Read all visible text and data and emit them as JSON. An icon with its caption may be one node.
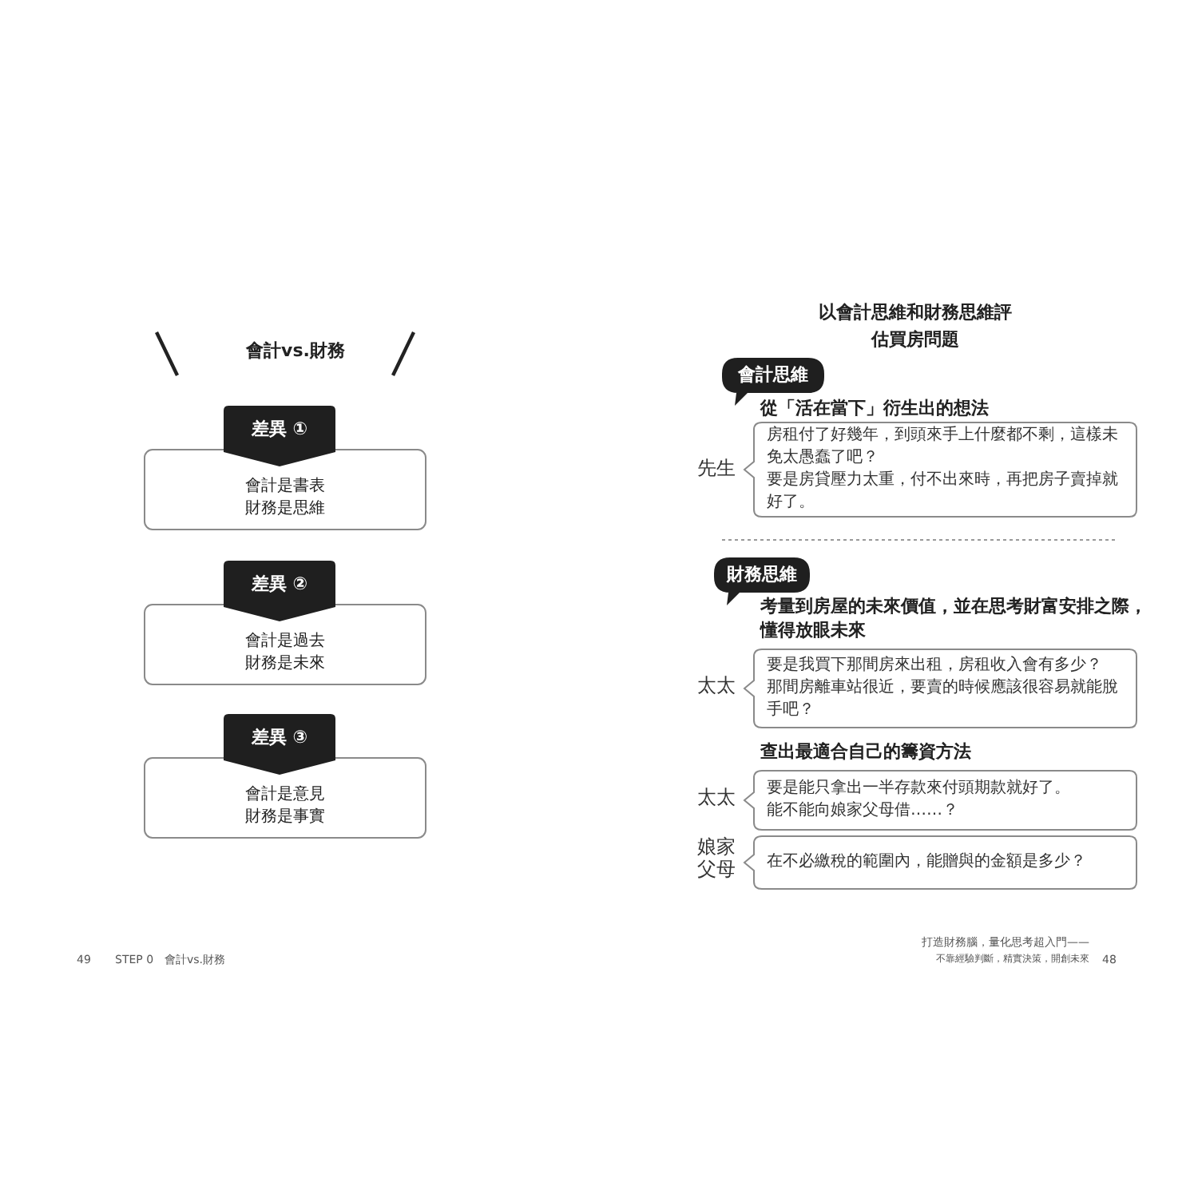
{
  "diagram": {
    "title": "以會計思維和財務思維評估買房問題",
    "nodes": [
      {
        "text": [
          "差異 ①"
        ]
      },
      {
        "text": [
          "會計是書表",
          "財務是思維"
        ]
      },
      {
        "text": [
          "差異 ②"
        ]
      },
      {
        "text": [
          "會計是過去",
          "財務是未來"
        ]
      },
      {
        "text": [
          "差異 ③"
        ]
      },
      {
        "text": [
          "會計是意見",
          "財務是事實"
        ]
      },
      {
        "text": [
          "會計思維"
        ]
      },
      {
        "text": [
          "房租付了好幾年，到頭來手上什麼都不剩，這樣未免太愚蠢了吧？",
          "要是房貸壓力太重，付不出來時，再把房子賣掉就好了。"
        ],
        "beside": [
          "先生"
        ]
      },
      {
        "text": [
          "財務思維"
        ]
      },
      {
        "text": [
          "要是我買下那間房來出租，房租收入會有多少？",
          "那間房離車站很近，要賣的時候應該很容易就能脫手吧？"
        ],
        "beside": [
          "太太"
        ]
      },
      {
        "text": [
          "要是能只拿出一半存款來付頭期款就好了。",
          "能不能向娘家父母借……？"
        ],
        "beside": [
          "太太"
        ]
      },
      {
        "text": [
          "在不必繳稅的範圍內，能贈與的金額是多少？"
        ],
        "beside": [
          "娘家父母"
        ]
      }
    ],
    "labels": [
      "會計vs.財務",
      "從「活在當下」衍生出的想法",
      "考量到房屋的未來價值，並在思考財富安排之際，懂得放眼未來",
      "查出最適合自己的籌資方法",
      "49",
      "STEP 0",
      "會計vs.財務",
      "打造財務腦，量化思考超入門——",
      "不靠經驗判斷，精實決策，開創未來",
      "48"
    ]
  }
}
